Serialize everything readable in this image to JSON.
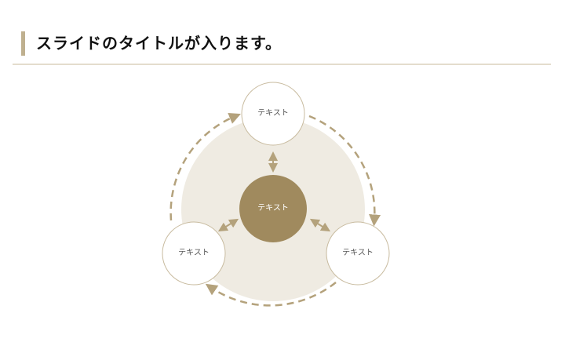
{
  "slide": {
    "title": "スライドのタイトルが入ります。"
  },
  "colors": {
    "accent_bar": "#bfb08f",
    "divider": "#e4dccd",
    "background_circle": "#efebe2",
    "center_circle": "#a08a5e",
    "node_border": "#c8bb9f",
    "arrow": "#b4a27c"
  },
  "diagram": {
    "center": {
      "label": "テキスト"
    },
    "nodes": [
      {
        "position": "top",
        "label": "テキスト"
      },
      {
        "position": "left",
        "label": "テキスト"
      },
      {
        "position": "right",
        "label": "テキスト"
      }
    ]
  }
}
